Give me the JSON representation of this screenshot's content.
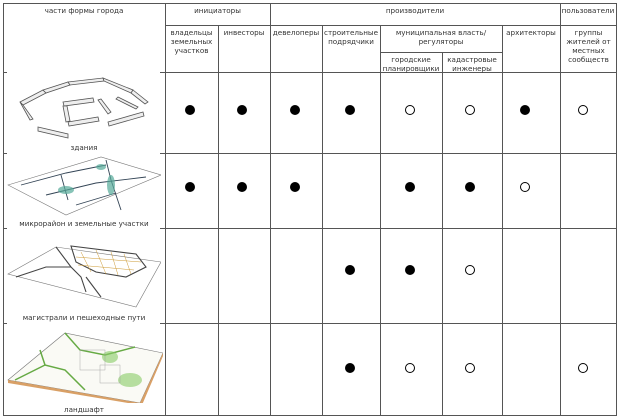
{
  "header": {
    "parts_title": "части формы города",
    "groups": {
      "initiators": "инициаторы",
      "producers": "производители",
      "users": "пользователи"
    },
    "columns": [
      "владельцы земельных участков",
      "инвесторы",
      "девелоперы",
      "строительные подрядчики",
      "городские планировщики",
      "кадастровые инженеры",
      "архитекторы",
      "группы жителей от местных сообществ"
    ],
    "municipal": "муниципальная власть/ регуляторы"
  },
  "rows": [
    {
      "label": "здания",
      "marks": [
        "filled",
        "filled",
        "filled",
        "filled",
        "open",
        "open",
        "filled",
        "open"
      ]
    },
    {
      "label": "микрорайон и земельные участки",
      "marks": [
        "filled",
        "filled",
        "filled",
        "",
        "filled",
        "filled",
        "open",
        ""
      ]
    },
    {
      "label": "магистрали и пешеходные пути",
      "marks": [
        "",
        "",
        "",
        "filled",
        "filled",
        "open",
        "",
        ""
      ]
    },
    {
      "label": "ландшафт",
      "marks": [
        "",
        "",
        "",
        "filled",
        "open",
        "open",
        "",
        "open"
      ]
    }
  ]
}
